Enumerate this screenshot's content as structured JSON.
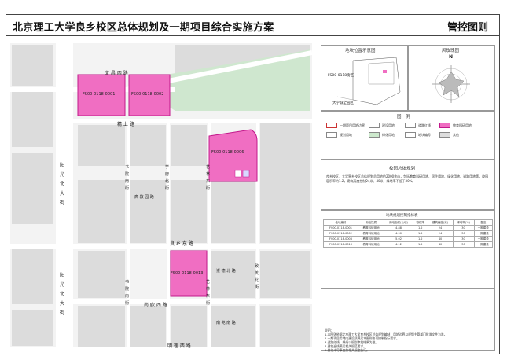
{
  "header": {
    "title": "北京理工大学良乡校区总体规划及一期项目综合实施方案",
    "right_label": "管控图则"
  },
  "map": {
    "parcels": [
      "FS00-0118-0001",
      "FS00-0118-0002",
      "FS00-0118-0006",
      "FS00-0118-0013"
    ],
    "roads": {
      "wenchang": "文 昌 西 路",
      "jingshang": "精 上 路",
      "yangguang_1": "阳光北大街",
      "yangguang_2": "阳光北大街",
      "liangxiang_east": "良 乡 东 路",
      "mingli": "明 理 西 路",
      "shanghui": "尚 欧 西 路",
      "north_col1": "书 院 南 街",
      "north_col2": "学 府 北 街",
      "north_col3": "艺 林 东 街",
      "bottom_col1": "书 院 南 街",
      "bottom_col3": "艺 林 东 街",
      "xinxue": "致 美 北 街",
      "nanxue": "南 苑 南 路",
      "inner1": "高 教 园 路",
      "inner2": "崇 德 北 路"
    }
  },
  "panel": {
    "locator_title": "地块位置示意图",
    "wind_title": "风玫瑰图",
    "locator_labels": [
      "FS00-0118街区",
      "大学城全园区"
    ],
    "compass": "N",
    "legend_title": "图　例",
    "legend_items": [
      "一期项目用地边界",
      "建设用地",
      "道路红线",
      "规划用地",
      "绿化用地",
      "地块编号",
      "教育科研用地",
      "其他"
    ],
    "planning_title": "校园总体规划",
    "planning_text": "良乡校区，大学界乡校区总体规划总用地约2000余亩，包括教育科研用地、居住用地、绿化用地、道路用地等，校园容积率约1.2，建筑高度控制24米、40米，绿地率不低于30%。",
    "indicator_title": "地块规划控制指标表",
    "indicator_headers": [
      "地块编号",
      "用地性质",
      "用地面积(公顷)",
      "容积率",
      "建筑高度(米)",
      "绿地率(%)",
      "备注"
    ],
    "indicator_rows": [
      [
        "FS00-0118-0001",
        "教育科研用地",
        "4.88",
        "1.2",
        "24",
        "30",
        "一期建设"
      ],
      [
        "FS00-0118-0002",
        "教育科研用地",
        "4.90",
        "1.2",
        "24",
        "30",
        "一期建设"
      ],
      [
        "FS00-0118-0006",
        "教育科研用地",
        "5.02",
        "1.2",
        "40",
        "30",
        "一期建设"
      ],
      [
        "FS00-0118-0013",
        "教育科研用地",
        "4.12",
        "1.2",
        "40",
        "30",
        "一期建设"
      ]
    ],
    "notes_title": "说明：",
    "notes": [
      "1.本图则依据北京理工大学良乡校区总体规划编制，用地边界以规划主管部门批准文件为准。",
      "2.一期项目用地内建设须满足本图则各项控制指标要求。",
      "3.道路红线、绿线以规划审批结果为准。",
      "4.建筑退线满足相关规范要求。",
      "5.其他未尽事宜按相关规定执行。"
    ]
  },
  "colors": {
    "parcel": "#f06ec2",
    "parcel_border": "#c2188b",
    "road": "#ffffff",
    "block": "#d9d9d9",
    "green": "#cde9cd"
  }
}
